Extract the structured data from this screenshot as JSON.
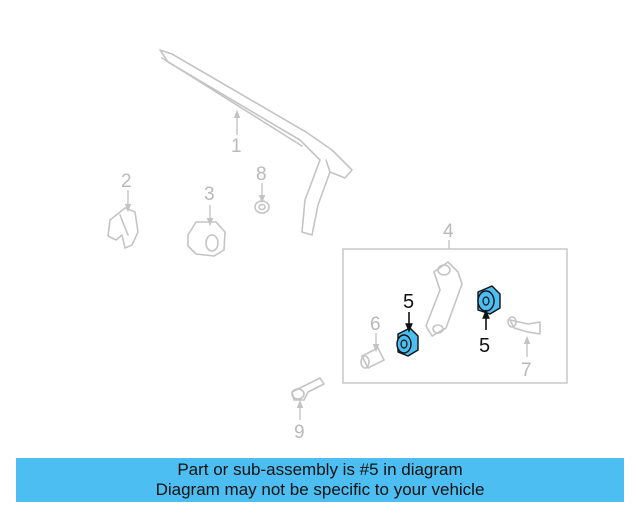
{
  "callouts": {
    "c1": "1",
    "c2": "2",
    "c3": "3",
    "c4": "4",
    "c5a": "5",
    "c5b": "5",
    "c6": "6",
    "c7": "7",
    "c8": "8",
    "c9": "9"
  },
  "highlight_color": "#4dbef1",
  "banner": {
    "line1": "Part or sub-assembly is #5 in diagram",
    "line2": "Diagram may not be specific to your vehicle"
  }
}
